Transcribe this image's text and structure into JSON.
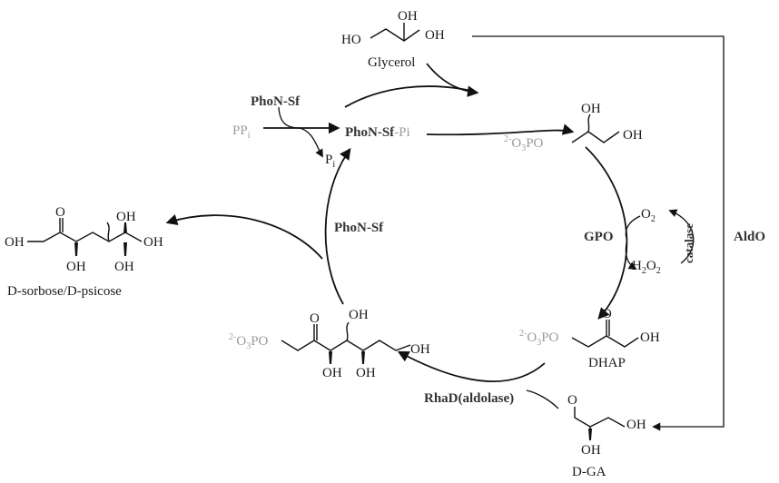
{
  "molecules": {
    "glycerol": {
      "name": "Glycerol",
      "oh_top": "OH",
      "oh_left": "HO",
      "oh_right": "OH"
    },
    "g3p": {
      "phosphate": "2-O3PO",
      "oh_top": "OH",
      "oh_right": "OH"
    },
    "dhap": {
      "name": "DHAP",
      "phosphate": "2-O3PO",
      "oxygen": "O",
      "oh": "OH"
    },
    "dga": {
      "name": "D-GA",
      "oxygen": "O",
      "oh_right": "OH",
      "oh_down": "OH"
    },
    "ketose_p": {
      "phosphate": "2-O3PO",
      "oxygen": "O",
      "oh_top": "OH",
      "oh_low1": "OH",
      "oh_low2": "OH",
      "oh_end": "OH"
    },
    "sorbose": {
      "name": "D-sorbose/D-psicose",
      "oh_left": "OH",
      "oxygen": "O",
      "oh_up": "OH",
      "oh_low1": "OH",
      "oh_low2": "OH",
      "oh_end": "OH"
    }
  },
  "enzymes": {
    "phon_top": "PhoN-Sf",
    "phon_pi": "PhoN-Sf",
    "pi_suffix": "-Pi",
    "phon_cycle": "PhoN-Sf",
    "gpo": "GPO",
    "aldo": "AldO",
    "rhad": "RhaD(aldolase)",
    "catalase": "catalase"
  },
  "species": {
    "ppi": "PP",
    "ppi_sub": "i",
    "pi": "P",
    "pi_sub": "i",
    "o2": "O",
    "o2_sub": "2",
    "h2o2_h": "H",
    "h2o2_sub1": "2",
    "h2o2_o": "O",
    "h2o2_sub2": "2"
  },
  "colors": {
    "ink": "#111111",
    "grey_label": "#9a9a9a",
    "enzyme": "#333333"
  }
}
